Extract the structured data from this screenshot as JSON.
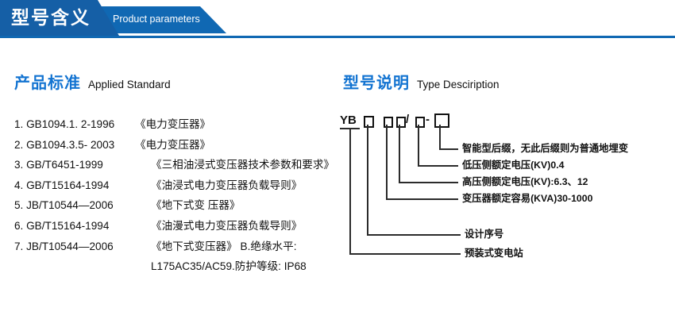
{
  "banner": {
    "title_cn": "型号含义",
    "title_en": "Product parameters"
  },
  "sections": {
    "left": {
      "title_cn": "产品标准",
      "title_en": "Applied Standard"
    },
    "right": {
      "title_cn": "型号说明",
      "title_en": "Type Desciription"
    }
  },
  "standards": [
    {
      "index": "1.",
      "code": "GB1094.1. 2-1996",
      "name": "《电力变压器》"
    },
    {
      "index": "2.",
      "code": "GB1094.3.5- 2003",
      "name": "《电力变压器》"
    },
    {
      "index": "3.",
      "code": "GB/T6451-1999",
      "name": "《三相油浸式变压器技术参数和要求》"
    },
    {
      "index": "4.",
      "code": "GB/T15164-1994",
      "name": "《油浸式电力变压器负载导则》"
    },
    {
      "index": "5.",
      "code": "JB/T10544—2006",
      "name": "《地下式变 压器》"
    },
    {
      "index": "6.",
      "code": "GB/T15164-1994",
      "name": "《油漫式电力变压器负载导则》"
    },
    {
      "index": "7.",
      "code": "JB/T10544—2006",
      "name": "《地下式变压器》 B.绝缘水平:"
    }
  ],
  "standards_continuation": "L175AC35/AC59.防护等级: IP68",
  "model_code": {
    "prefix": "YB",
    "slash": "/",
    "dash": "-",
    "box_count": 5
  },
  "callouts": [
    {
      "id": "smart-suffix",
      "text": "智能型后缀，无此后缀则为普通地埋变"
    },
    {
      "id": "lv-rated-voltage",
      "text": "低压侧额定电压(KV)0.4"
    },
    {
      "id": "hv-rated-voltage",
      "text": "高压侧额定电压(KV):6.3、12"
    },
    {
      "id": "rated-capacity",
      "text": "变压器额定容易(KVA)30-1000"
    },
    {
      "id": "design-serial",
      "text": "设计序号"
    },
    {
      "id": "substation-type",
      "text": "预装式变电站"
    }
  ],
  "colors": {
    "banner_dark": "#155fa6",
    "banner_light": "#1068b3",
    "heading_blue": "#1273d1",
    "text": "#111111"
  }
}
